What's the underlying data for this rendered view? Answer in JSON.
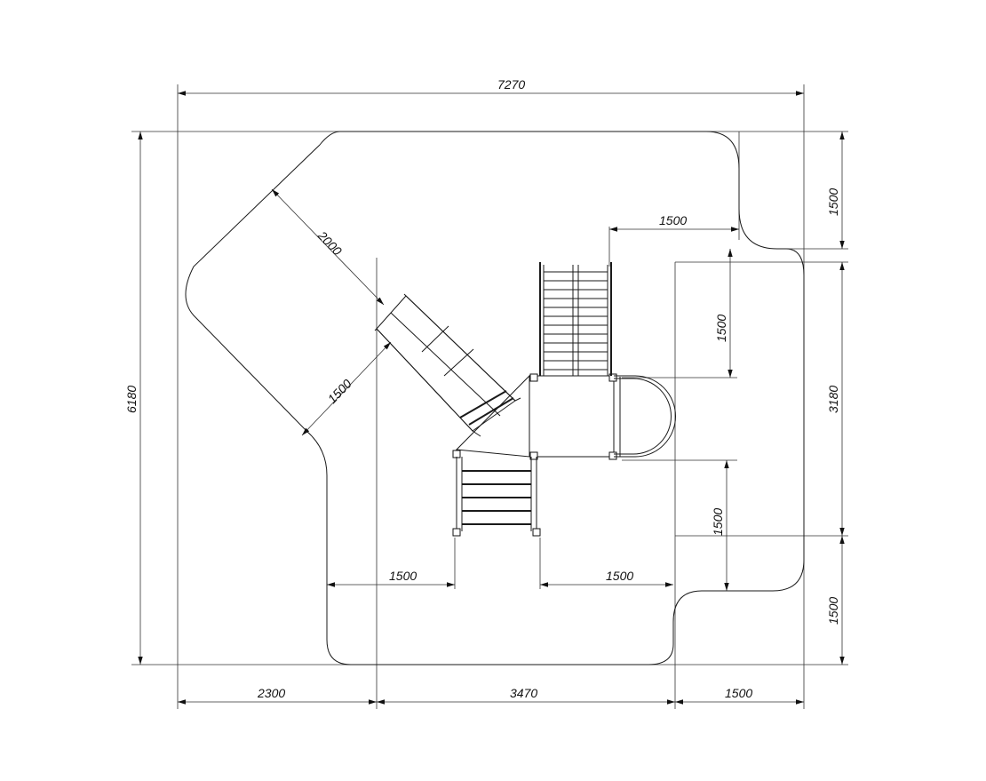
{
  "drawing": {
    "dimensions": {
      "overall_width": "7270",
      "overall_height": "6180",
      "bottom_left": "2300",
      "bottom_middle": "3470",
      "bottom_right": "1500",
      "right_top": "1500",
      "right_middle": "3180",
      "right_bottom": "1500",
      "slide_length": "2000",
      "slide_clearance": "1500",
      "top_ladder_clearance": "1500",
      "inner_right_upper": "1500",
      "inner_right_lower": "1500",
      "bottom_stair_left": "1500",
      "bottom_stair_right": "1500"
    }
  }
}
